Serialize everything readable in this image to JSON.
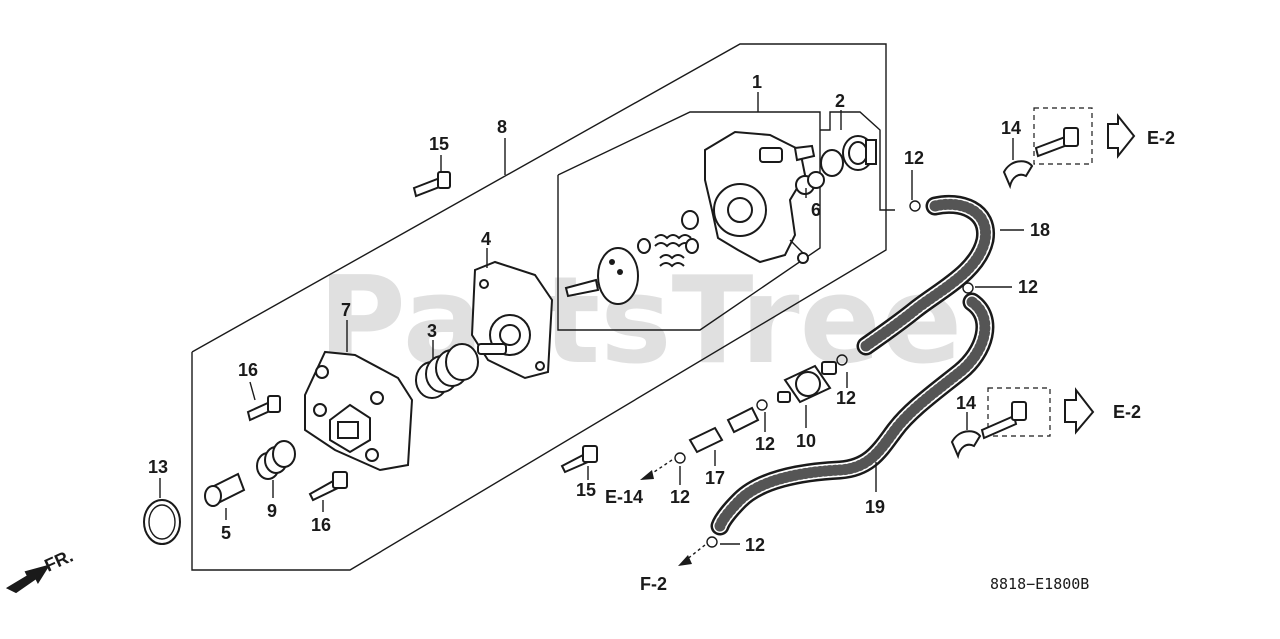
{
  "watermark": "PartsTree",
  "diagram_code": "8818−E1800B",
  "front_label": "FR.",
  "callouts": {
    "c1": "1",
    "c2": "2",
    "c3": "3",
    "c4": "4",
    "c5": "5",
    "c6": "6",
    "c7": "7",
    "c8": "8",
    "c9": "9",
    "c10": "10",
    "c12a": "12",
    "c12b": "12",
    "c12c": "12",
    "c12d": "12",
    "c12e": "12",
    "c12f": "12",
    "c13": "13",
    "c14a": "14",
    "c14b": "14",
    "c15a": "15",
    "c15b": "15",
    "c16a": "16",
    "c16b": "16",
    "c17": "17",
    "c18": "18",
    "c19": "19"
  },
  "references": {
    "e2_top": "E-2",
    "e2_mid": "E-2",
    "e14": "E-14",
    "f2": "F-2"
  }
}
